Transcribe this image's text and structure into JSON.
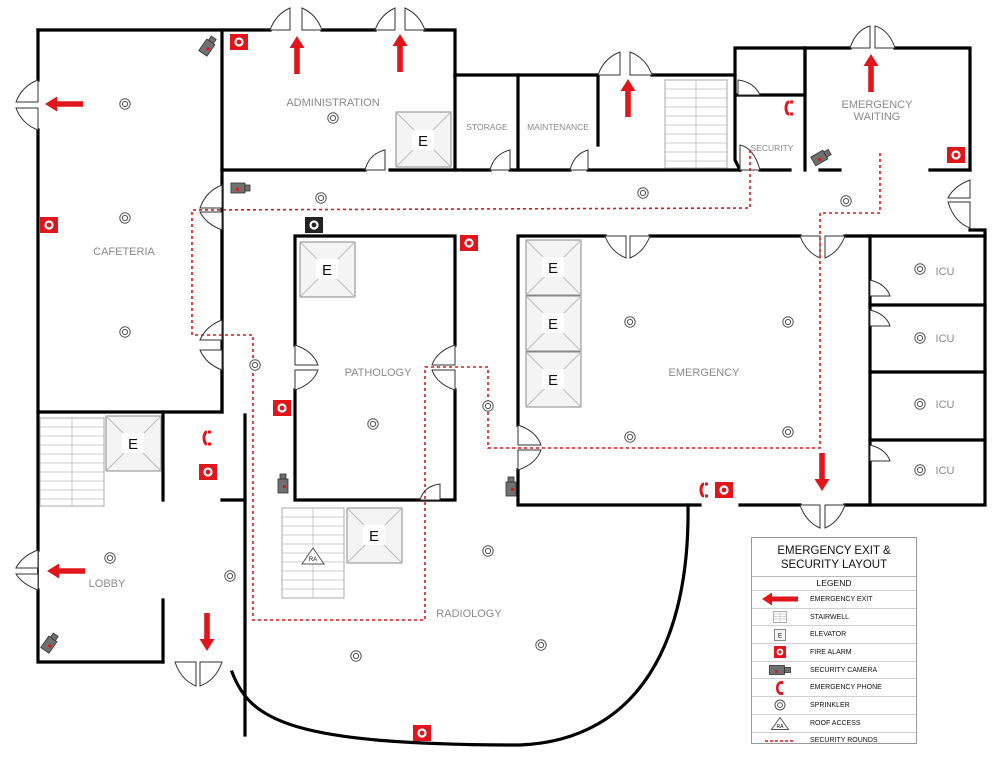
{
  "rooms": {
    "administration": "ADMINISTRATION",
    "storage": "STORAGE",
    "maintenance": "MAINTENANCE",
    "security": "SECURITY",
    "emergency_waiting_1": "EMERGENCY",
    "emergency_waiting_2": "WAITING",
    "cafeteria": "CAFETERIA",
    "pathology": "PATHOLOGY",
    "emergency": "EMERGENCY",
    "icu_1": "ICU",
    "icu_2": "ICU",
    "icu_3": "ICU",
    "icu_4": "ICU",
    "lobby": "LOBBY",
    "radiology": "RADIOLOGY"
  },
  "elevator_letter": "E",
  "roof_access_letters": "RA",
  "legend": {
    "title_line1": "EMERGENCY EXIT &",
    "title_line2": "SECURITY LAYOUT",
    "heading": "LEGEND",
    "items": [
      {
        "symbol": "exit-arrow-icon",
        "label": "EMERGENCY EXIT"
      },
      {
        "symbol": "stairwell-icon",
        "label": "STAIRWELL"
      },
      {
        "symbol": "elevator-icon",
        "label": "ELEVATOR"
      },
      {
        "symbol": "fire-alarm-icon",
        "label": "FIRE ALARM"
      },
      {
        "symbol": "security-camera-icon",
        "label": "SECURITY CAMERA"
      },
      {
        "symbol": "emergency-phone-icon",
        "label": "EMERGENCY PHONE"
      },
      {
        "symbol": "sprinkler-icon",
        "label": "SPRINKLER"
      },
      {
        "symbol": "roof-access-icon",
        "label": "ROOF ACCESS"
      },
      {
        "symbol": "security-rounds-icon",
        "label": "SECURITY ROUNDS"
      }
    ]
  },
  "colors": {
    "exit": "#e0161c",
    "wall": "#000000",
    "label": "#8a8a8a",
    "camera": "#707070"
  }
}
